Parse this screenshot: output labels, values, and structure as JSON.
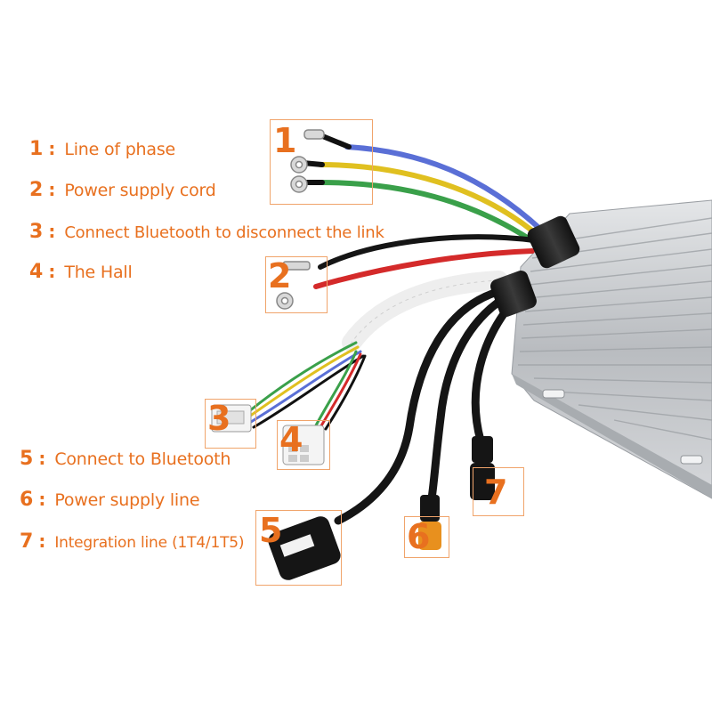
{
  "legend": [
    {
      "num": "1",
      "colon": ":",
      "text": "Line of phase"
    },
    {
      "num": "2",
      "colon": ":",
      "text": "Power supply cord"
    },
    {
      "num": "3",
      "colon": ":",
      "text": "Connect Bluetooth to disconnect the link"
    },
    {
      "num": "4",
      "colon": ":",
      "text": "The Hall"
    },
    {
      "num": "5",
      "colon": ":",
      "text": "Connect to Bluetooth"
    },
    {
      "num": "6",
      "colon": ":",
      "text": "Power supply line"
    },
    {
      "num": "7",
      "colon": ":",
      "text": "Integration line (1T4/1T5)"
    }
  ],
  "callouts": [
    "1",
    "2",
    "3",
    "4",
    "5",
    "6",
    "7"
  ],
  "colors": {
    "accent": "#e8701f",
    "box_border": "#f0a46b",
    "housing": "#c9ccd0",
    "wire_blue": "#5a6fd6",
    "wire_yellow": "#e0c020",
    "wire_green": "#3aa04a",
    "wire_red": "#d42a2a",
    "wire_black": "#151515"
  }
}
